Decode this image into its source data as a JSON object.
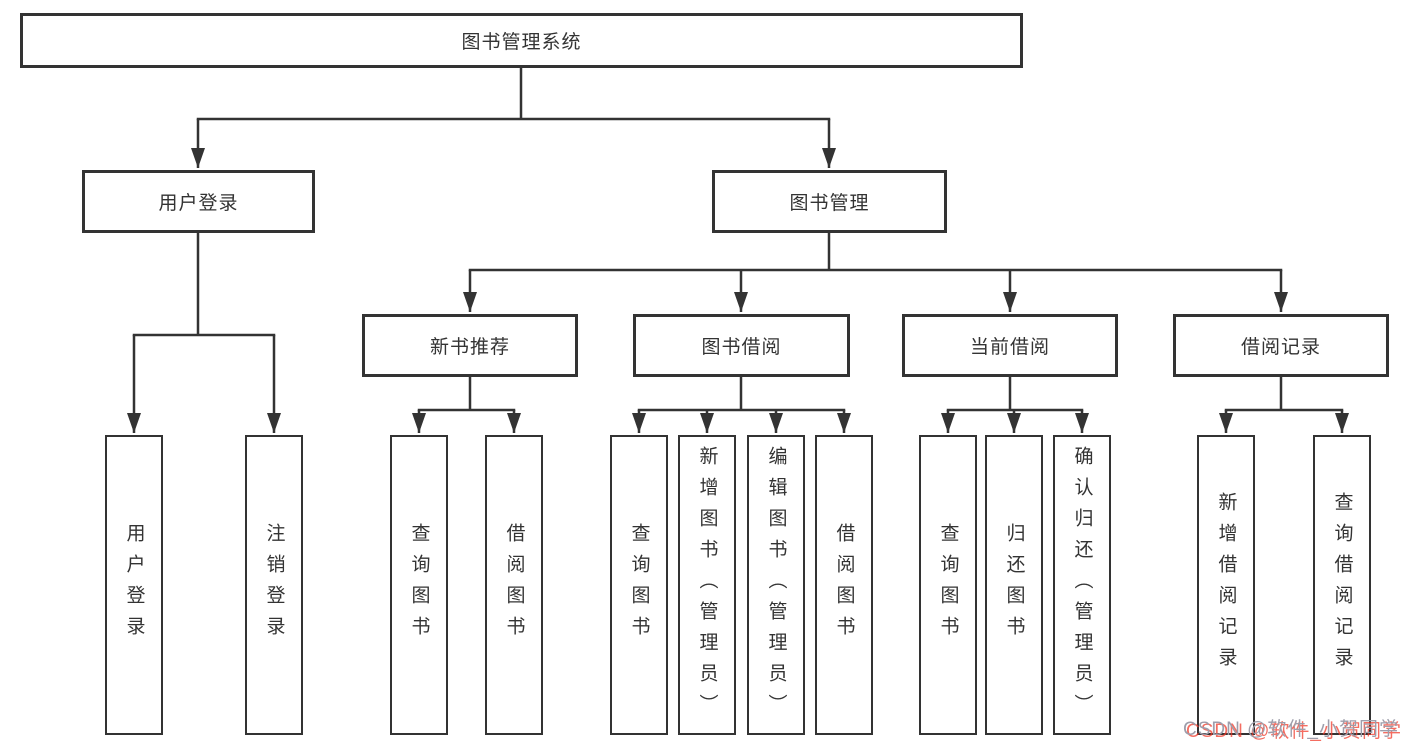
{
  "title": "图书管理系统",
  "watermark": "CSDN @软件_小贺同学",
  "colors": {
    "line": "#333333",
    "box_border": "#333333",
    "box_background": "#ffffff",
    "text": "#333333",
    "watermark_gray": "#9e9eab",
    "watermark_red": "#f03c2c"
  },
  "nodes": {
    "root": {
      "label": "图书管理系统"
    },
    "userLogin": {
      "label": "用户登录"
    },
    "bookMgmt": {
      "label": "图书管理"
    },
    "newBookRec": {
      "label": "新书推荐"
    },
    "bookBorrow": {
      "label": "图书借阅"
    },
    "currentBorrow": {
      "label": "当前借阅"
    },
    "borrowRecords": {
      "label": "借阅记录"
    },
    "leafUserLogin": {
      "label": "用户登录"
    },
    "leafLogout": {
      "label": "注销登录"
    },
    "leafQueryBooks1": {
      "label": "查询图书"
    },
    "leafBorrowBooks1": {
      "label": "借阅图书"
    },
    "leafQueryBooks2": {
      "label": "查询图书"
    },
    "leafAddBooks": {
      "label": "新增图书（管理员）"
    },
    "leafEditBooks": {
      "label": "编辑图书（管理员）"
    },
    "leafBorrowBooks2": {
      "label": "借阅图书"
    },
    "leafQueryBooks3": {
      "label": "查询图书"
    },
    "leafReturnBooks": {
      "label": "归还图书"
    },
    "leafConfirmReturn": {
      "label": "确认归还（管理员）"
    },
    "leafAddBorrowRecord": {
      "label": "新增借阅记录"
    },
    "leafQueryBorrowRecord": {
      "label": "查询借阅记录"
    }
  },
  "hierarchy": {
    "图书管理系统": {
      "用户登录": [
        "用户登录",
        "注销登录"
      ],
      "图书管理": {
        "新书推荐": [
          "查询图书",
          "借阅图书"
        ],
        "图书借阅": [
          "查询图书",
          "新增图书（管理员）",
          "编辑图书（管理员）",
          "借阅图书"
        ],
        "当前借阅": [
          "查询图书",
          "归还图书",
          "确认归还（管理员）"
        ],
        "借阅记录": [
          "新增借阅记录",
          "查询借阅记录"
        ]
      }
    }
  }
}
